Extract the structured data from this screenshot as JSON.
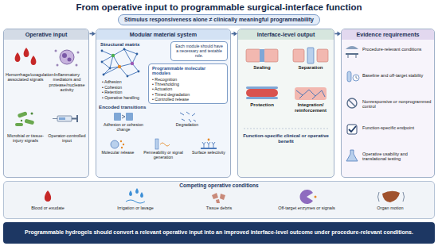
{
  "diagram": {
    "title": "From operative input to programmable surgical-interface function",
    "nodes": [
      {
        "text": [
          "Stimulus responsiveness alone ≠ clinically meaningful programmability"
        ]
      },
      {
        "text": [
          "Operative input"
        ]
      },
      {
        "text": [
          "Modular material system"
        ]
      },
      {
        "text": [
          "Each module should have a necessary and testable role."
        ],
        "in": 2
      },
      {
        "text": [
          "Programmable molecular modules",
          "• Recognition",
          "• Thresholding",
          "• Actuation",
          "• Timed degradation",
          "• Controlled release"
        ],
        "in": 2
      },
      {
        "text": [
          "Interface-level output"
        ]
      },
      {
        "text": [
          "Evidence requirements"
        ]
      },
      {
        "text": [
          "Competing operative conditions"
        ]
      },
      {
        "text": [
          "Programmable hydrogels should convert a relevant operative input into an improved interface-level outcome under procedure-relevant conditions."
        ]
      }
    ],
    "edges": [
      {
        "from": 1,
        "to": 2,
        "arrow": "to"
      },
      {
        "from": 2,
        "to": 5,
        "arrow": "to"
      },
      {
        "from": 5,
        "to": 6,
        "arrow": "to"
      }
    ],
    "labels": [
      "Hemorrhage/coagulation-associated signals",
      "Inflammatory mediators and protease/nuclease activity",
      "Microbial or tissue-injury signals",
      "Operator-controlled input",
      "Structural matrix",
      "• Adhesion",
      "• Cohesion",
      "• Retention",
      "• Operative handling",
      "Encoded transitions",
      "Adhesion or cohesion change",
      "Degradation",
      "Molecular release",
      "Permeability or signal generation",
      "Surface selectivity",
      "Sealing",
      "Separation",
      "Protection",
      "Integration/ reinforcement",
      "Function-specific clinical or operative benefit",
      "Procedure-relevant conditions",
      "Baseline and off-target stability",
      "Nonresponsive or nonprogrammed control",
      "Function-specific endpoint",
      "Operative usability and translational testing",
      "Blood or exudate",
      "Irrigation or lavage",
      "Tissue debris",
      "Off-target enzymes or signals",
      "Organ motion"
    ]
  }
}
